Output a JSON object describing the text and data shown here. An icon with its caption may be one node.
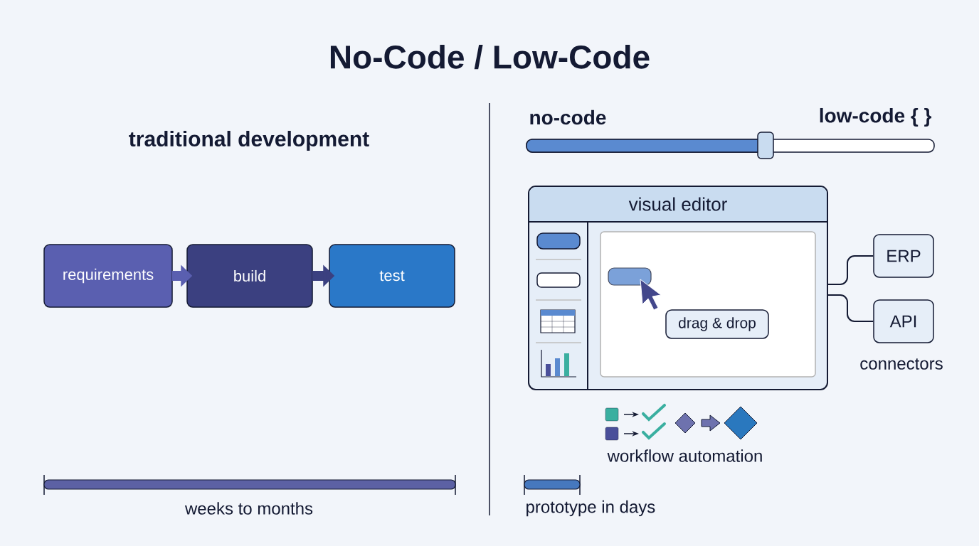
{
  "diagram": {
    "title": "No-Code / Low-Code",
    "nodes": [
      {
        "text": [
          "requirements"
        ]
      },
      {
        "text": [
          "build"
        ]
      },
      {
        "text": [
          "test"
        ]
      },
      {
        "text": [
          "visual editor"
        ]
      },
      {
        "text": [
          "drag & drop"
        ],
        "in": 3
      },
      {
        "text": [
          "ERP"
        ]
      },
      {
        "text": [
          "API"
        ]
      }
    ],
    "edges": [
      {
        "from": 0,
        "to": 1,
        "arrow": "to",
        "style": "thick",
        "color": "#5a5fb0"
      },
      {
        "from": 1,
        "to": 2,
        "arrow": "to",
        "style": "thick",
        "color": "#3b4080"
      },
      {
        "from": 3,
        "to": 5,
        "arrow": "none",
        "color": "#141a33"
      },
      {
        "from": 3,
        "to": 6,
        "arrow": "none",
        "color": "#141a33"
      }
    ],
    "labels": [
      "traditional development",
      "no-code",
      "low-code { }",
      "connectors",
      "workflow automation",
      "weeks to months",
      "prototype in days"
    ]
  }
}
